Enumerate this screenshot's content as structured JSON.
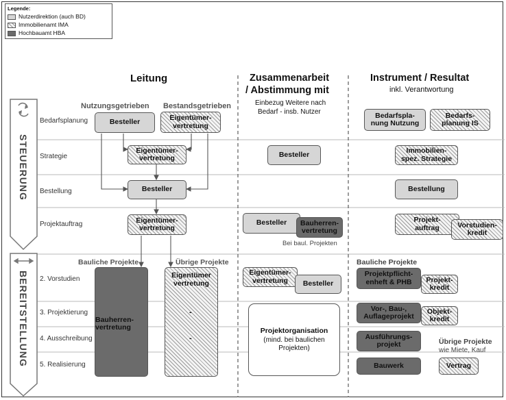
{
  "legend": {
    "title": "Legende:",
    "items": [
      {
        "label": "Nutzerdirektion (auch BD)",
        "style": "light"
      },
      {
        "label": "Immobilienamt IMA",
        "style": "hatch"
      },
      {
        "label": "Hochbauamt HBA",
        "style": "dark"
      }
    ]
  },
  "headers": {
    "leitung": "Leitung",
    "zusammenarbeit_1": "Zusammenarbeit",
    "zusammenarbeit_2": "/ Abstimmung mit",
    "zusammenarbeit_sub_1": "Einbezug Weitere nach",
    "zusammenarbeit_sub_2": "Bedarf - insb. Nutzer",
    "instrument": "Instrument / Resultat",
    "instrument_sub": "inkl. Verantwortung",
    "nutzungsgetrieben": "Nutzungsgetrieben",
    "bestandsgetrieben": "Bestandsgetrieben",
    "bauliche_projekte": "Bauliche Projekte",
    "uebrige_projekte": "Übrige Projekte",
    "bauliche_projekte_right": "Bauliche Projekte",
    "uebrige_projekte_right": "Übrige Projekte",
    "uebrige_projekte_right_sub": "wie Miete, Kauf",
    "bei_baul_projekten": "Bei baul. Projekten"
  },
  "phases": {
    "steuerung": "STEUERUNG",
    "bereitstellung": "BEREITSTELLUNG"
  },
  "rows": {
    "bedarfsplanung": "Bedarfsplanung",
    "strategie": "Strategie",
    "bestellung": "Bestellung",
    "projektauftrag": "Projektauftrag",
    "vorstudien": "2. Vorstudien",
    "projektierung": "3. Projektierung",
    "ausschreibung": "4. Ausschreibung",
    "realisierung": "5. Realisierung"
  },
  "boxes": {
    "besteller_1": "Besteller",
    "eigentuemer_1a": "Eigentümer-",
    "eigentuemer_1b": "vertretung",
    "eigentuemer_2a": "Eigentümer-",
    "eigentuemer_2b": "vertretung",
    "besteller_2": "Besteller",
    "eigentuemer_3a": "Eigentümer-",
    "eigentuemer_3b": "vertretung",
    "bauherren_a": "Bauherren-",
    "bauherren_b": "vertretung",
    "eigentuemer_4a": "Eigentümer",
    "eigentuemer_4b": "vertretung",
    "dash_1": "-",
    "dash_2": "-",
    "mid_besteller_1": "Besteller",
    "mid_besteller_2": "Besteller",
    "mid_bauherren_a": "Bauherren-",
    "mid_bauherren_b": "vertretung",
    "mid_eigentuemer_a": "Eigentümer-",
    "mid_eigentuemer_b": "vertretung",
    "mid_besteller_3": "Besteller",
    "projorg_title": "Projektorganisation",
    "projorg_sub_1": "(mind. bei baulichen",
    "projorg_sub_2": "Projekten)",
    "bedarfsplanung_nutzung_a": "Bedarfspla-",
    "bedarfsplanung_nutzung_b": "nung Nutzung",
    "bedarfsplanung_is_a": "Bedarfs-",
    "bedarfsplanung_is_b": "planung IS",
    "immobilien_a": "Immobilien-",
    "immobilien_b": "spez. Strategie",
    "bestellung": "Bestellung",
    "projektauftrag_a": "Projekt-",
    "projektauftrag_b": "auftrag",
    "vorstudienkredit_a": "Vorstudien-",
    "vorstudienkredit_b": "kredit",
    "pflichtenheft_a": "Projektpflicht-",
    "pflichtenheft_b": "enheft & PHB",
    "projektkredit_a": "Projekt-",
    "projektkredit_b": "kredit",
    "vorbau_a": "Vor-, Bau-,",
    "vorbau_b": "Auflageprojekt",
    "objektkredit_a": "Objekt-",
    "objektkredit_b": "kredit",
    "ausfuehrung_a": "Ausführungs-",
    "ausfuehrung_b": "projekt",
    "bauwerk": "Bauwerk",
    "vertrag": "Vertrag"
  }
}
